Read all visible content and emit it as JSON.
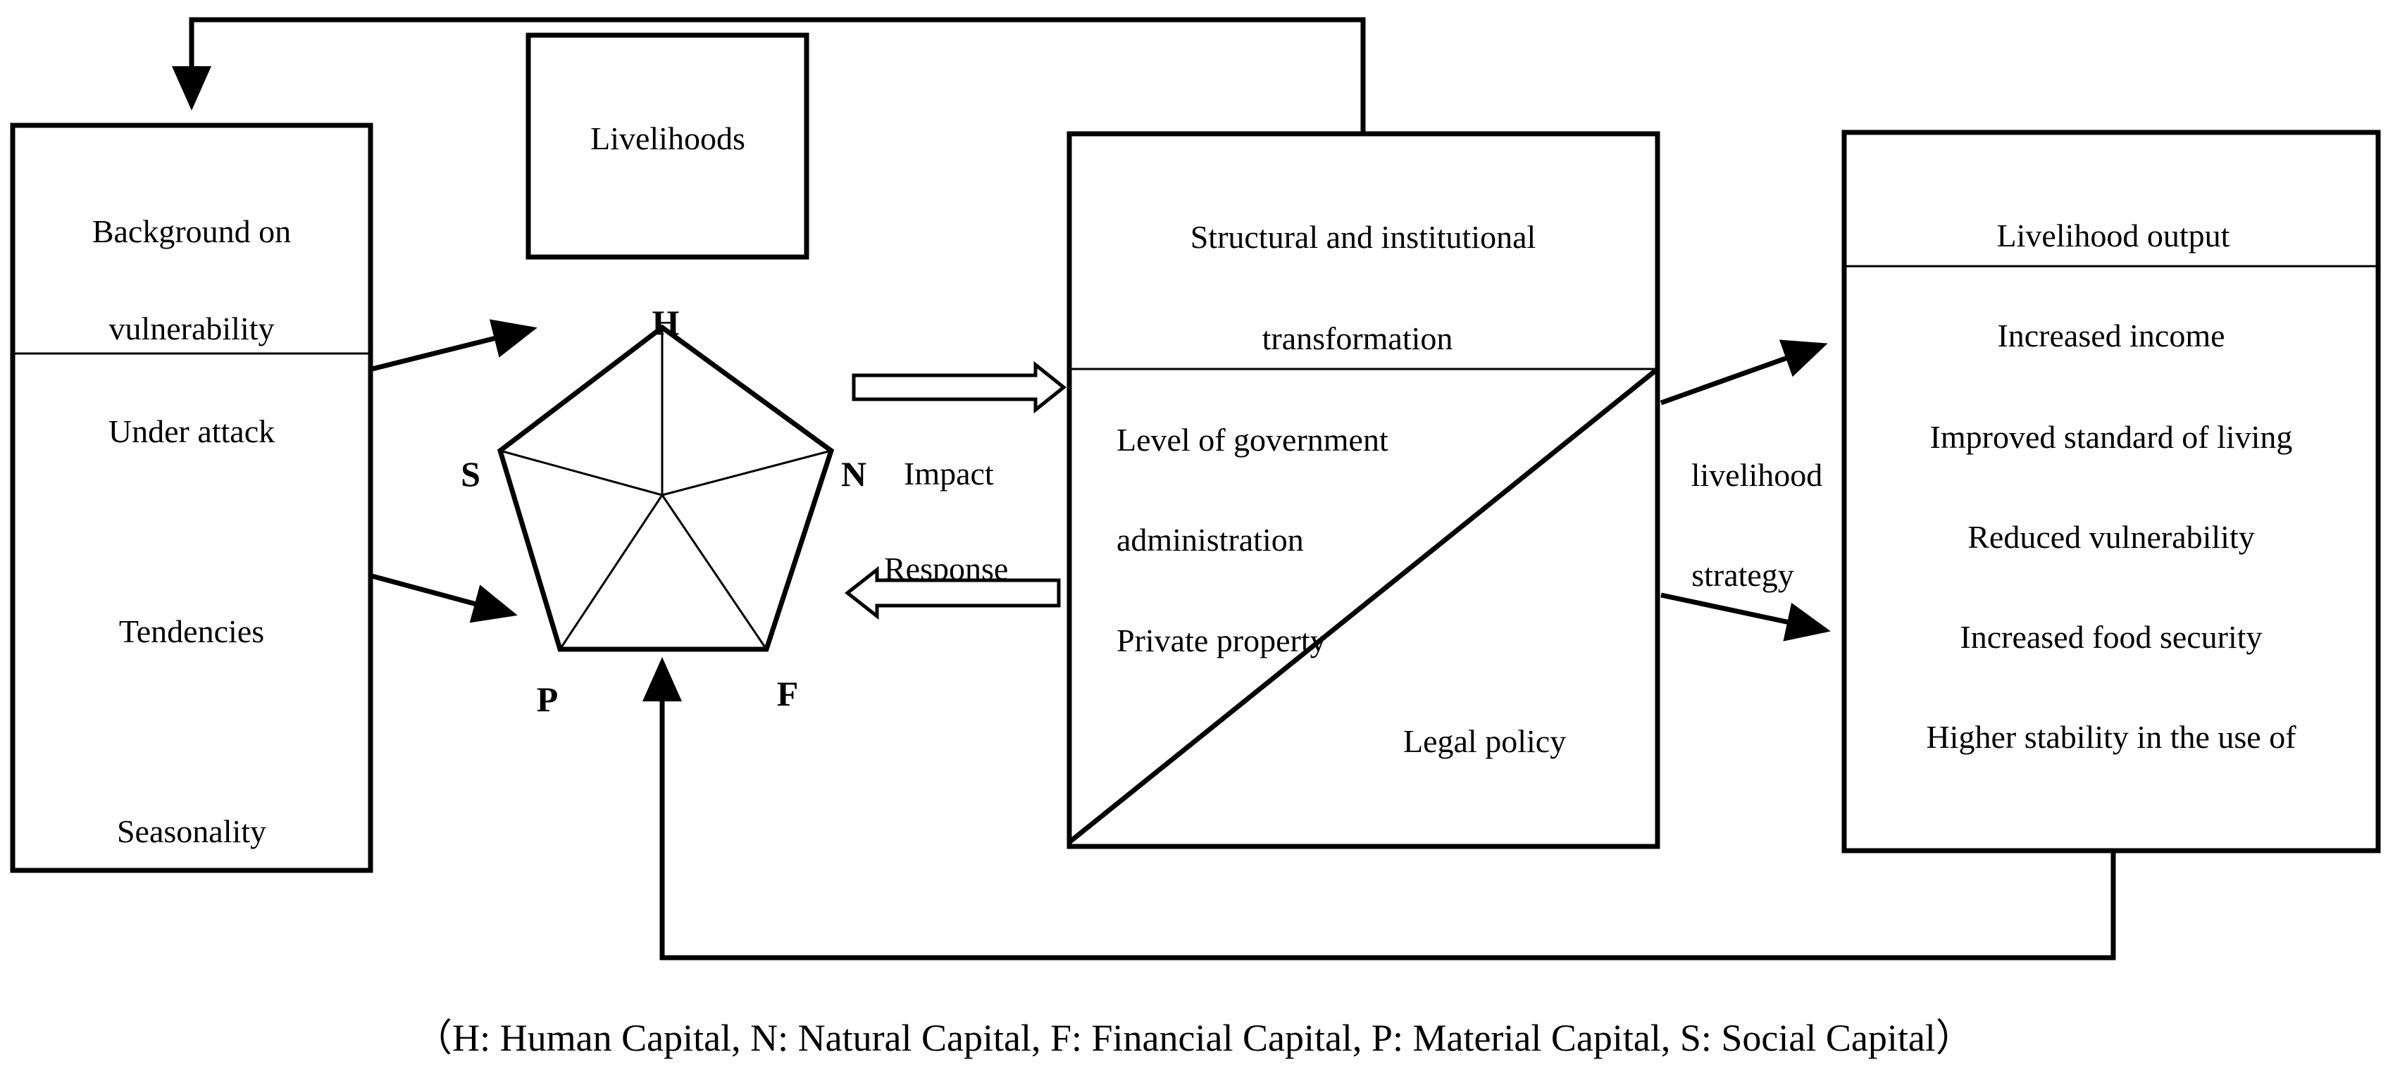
{
  "vulnerability_box": {
    "title_line1": "Background on",
    "title_line2": "vulnerability",
    "items": [
      "Under attack",
      "Tendencies",
      "Seasonality"
    ]
  },
  "livelihoods_box": {
    "title": "Livelihoods"
  },
  "pentagon": {
    "H": "H",
    "N": "N",
    "F": "F",
    "P": "P",
    "S": "S"
  },
  "arrows": {
    "impact": "Impact",
    "response": "Response",
    "strategy_line1": "livelihood",
    "strategy_line2": "strategy"
  },
  "transformation_box": {
    "title_line1": "Structural and institutional",
    "title_line2": "transformation",
    "items": [
      "Level of government",
      "administration",
      "Private property",
      "Legal policy"
    ]
  },
  "output_box": {
    "title": "Livelihood output",
    "items": [
      "Increased income",
      "Improved standard of living",
      "Reduced vulnerability",
      "Increased food security",
      "Higher stability in the use of"
    ]
  },
  "legend": "（H: Human Capital, N: Natural Capital, F: Financial Capital, P: Material Capital, S: Social Capital）"
}
